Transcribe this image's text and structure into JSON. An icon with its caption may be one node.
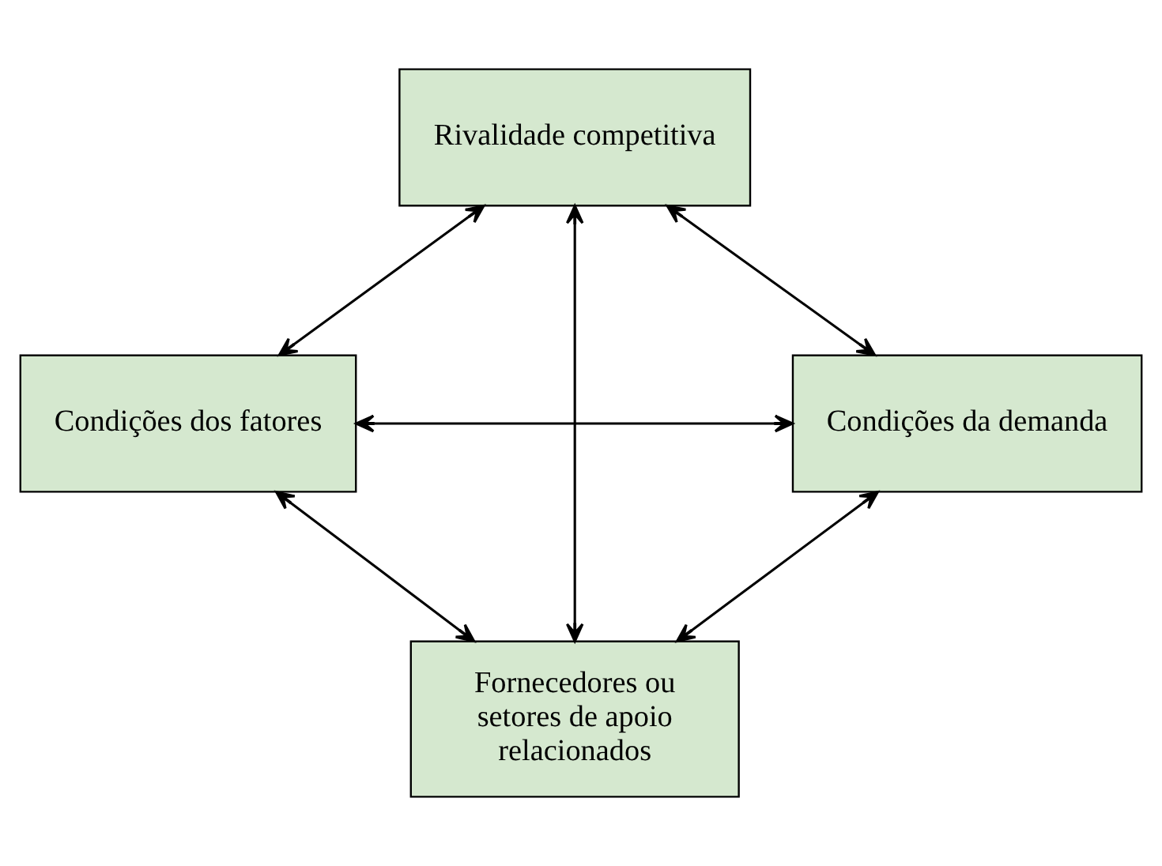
{
  "diagram": {
    "nodes": [
      {
        "text": [
          "Rivalidade competitiva"
        ]
      },
      {
        "text": [
          "Condições dos fatores"
        ]
      },
      {
        "text": [
          "Condições da demanda"
        ]
      },
      {
        "text": [
          "Fornecedores ou setores de apoio relacionados"
        ]
      }
    ],
    "edges": [
      {
        "from": 0,
        "to": 1,
        "arrow": "both"
      },
      {
        "from": 0,
        "to": 2,
        "arrow": "both"
      },
      {
        "from": 1,
        "to": 2,
        "arrow": "both"
      },
      {
        "from": 0,
        "to": 3,
        "arrow": "both"
      },
      {
        "from": 1,
        "to": 3,
        "arrow": "both"
      },
      {
        "from": 2,
        "to": 3,
        "arrow": "both"
      }
    ]
  }
}
